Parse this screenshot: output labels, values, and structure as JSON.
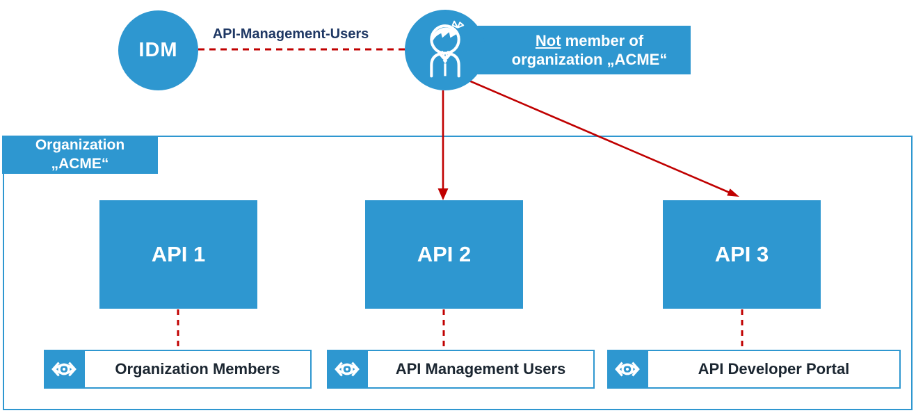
{
  "idm": {
    "label": "IDM"
  },
  "connector_label": "API-Management-Users",
  "user_banner": {
    "underlined": "Not",
    "line1_rest": " member of",
    "line2": "organization „ACME“"
  },
  "organization": {
    "title_line1": "Organization",
    "title_line2": "„ACME“"
  },
  "apis": [
    {
      "label": "API 1"
    },
    {
      "label": "API 2"
    },
    {
      "label": "API 3"
    }
  ],
  "portals": [
    {
      "icon": "eye-icon",
      "label": "Organization Members"
    },
    {
      "icon": "eye-icon",
      "label": "API Management Users"
    },
    {
      "icon": "eye-icon",
      "label": "API Developer Portal"
    }
  ],
  "colors": {
    "blue": "#2E97D0",
    "red": "#C00000",
    "navy": "#1F3864",
    "dark_text": "#1B2631",
    "white": "#FFFFFF"
  }
}
